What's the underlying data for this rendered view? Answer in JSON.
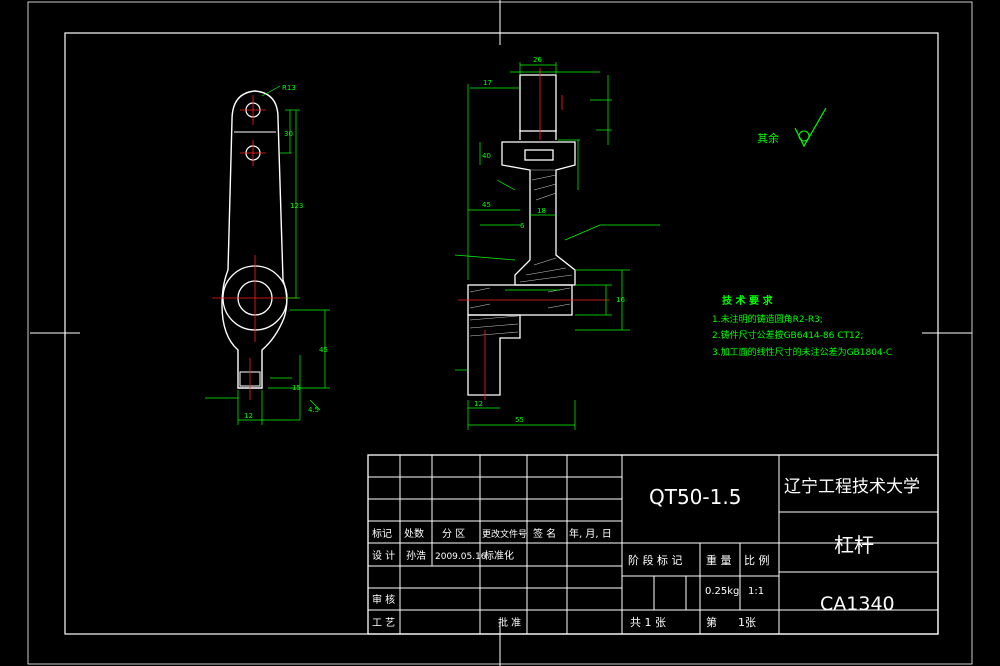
{
  "drawing": {
    "roughness_label": "其余",
    "tech_req": {
      "title": "技 术 要 求",
      "items": [
        "1.未注明的铸造圆角R2-R3;",
        "2.铸件尺寸公差按GB6414-86  CT12;",
        "3.加工面的线性尺寸的未注公差为GB1804-C"
      ]
    },
    "dims": {
      "front": [
        "R13",
        "30",
        "123",
        "45",
        "15",
        "12",
        "4.5"
      ],
      "section": [
        "26",
        "17",
        "40",
        "6",
        "18",
        "45",
        "16",
        "12",
        "55"
      ]
    }
  },
  "title_block": {
    "material": "QT50-1.5",
    "school": "辽宁工程技术大学",
    "part_name": "杠杆",
    "drawing_no": "CA1340",
    "headers": {
      "mark": "标记",
      "count": "处数",
      "zone": "分 区",
      "change_doc": "更改文件号",
      "signature": "签 名",
      "date": "年, 月, 日"
    },
    "design_label": "设 计",
    "designer": "孙浩",
    "design_date": "2009.05.16",
    "standardize_label": "标准化",
    "review_label": "审 核",
    "process_label": "工 艺",
    "approve_label": "批 准",
    "stage_label": "阶 段 标 记",
    "weight_label": "重 量",
    "scale_label": "比 例",
    "weight": "0.25kg",
    "scale": "1:1",
    "total_sheets_label": "共 1 张",
    "sheet_label": "第",
    "sheet_no": "1张"
  },
  "colors": {
    "background": "#000000",
    "outline": "#ffffff",
    "dimension": "#00ff00",
    "centerline": "#ff0000",
    "hatch": "#c8c8c8"
  }
}
